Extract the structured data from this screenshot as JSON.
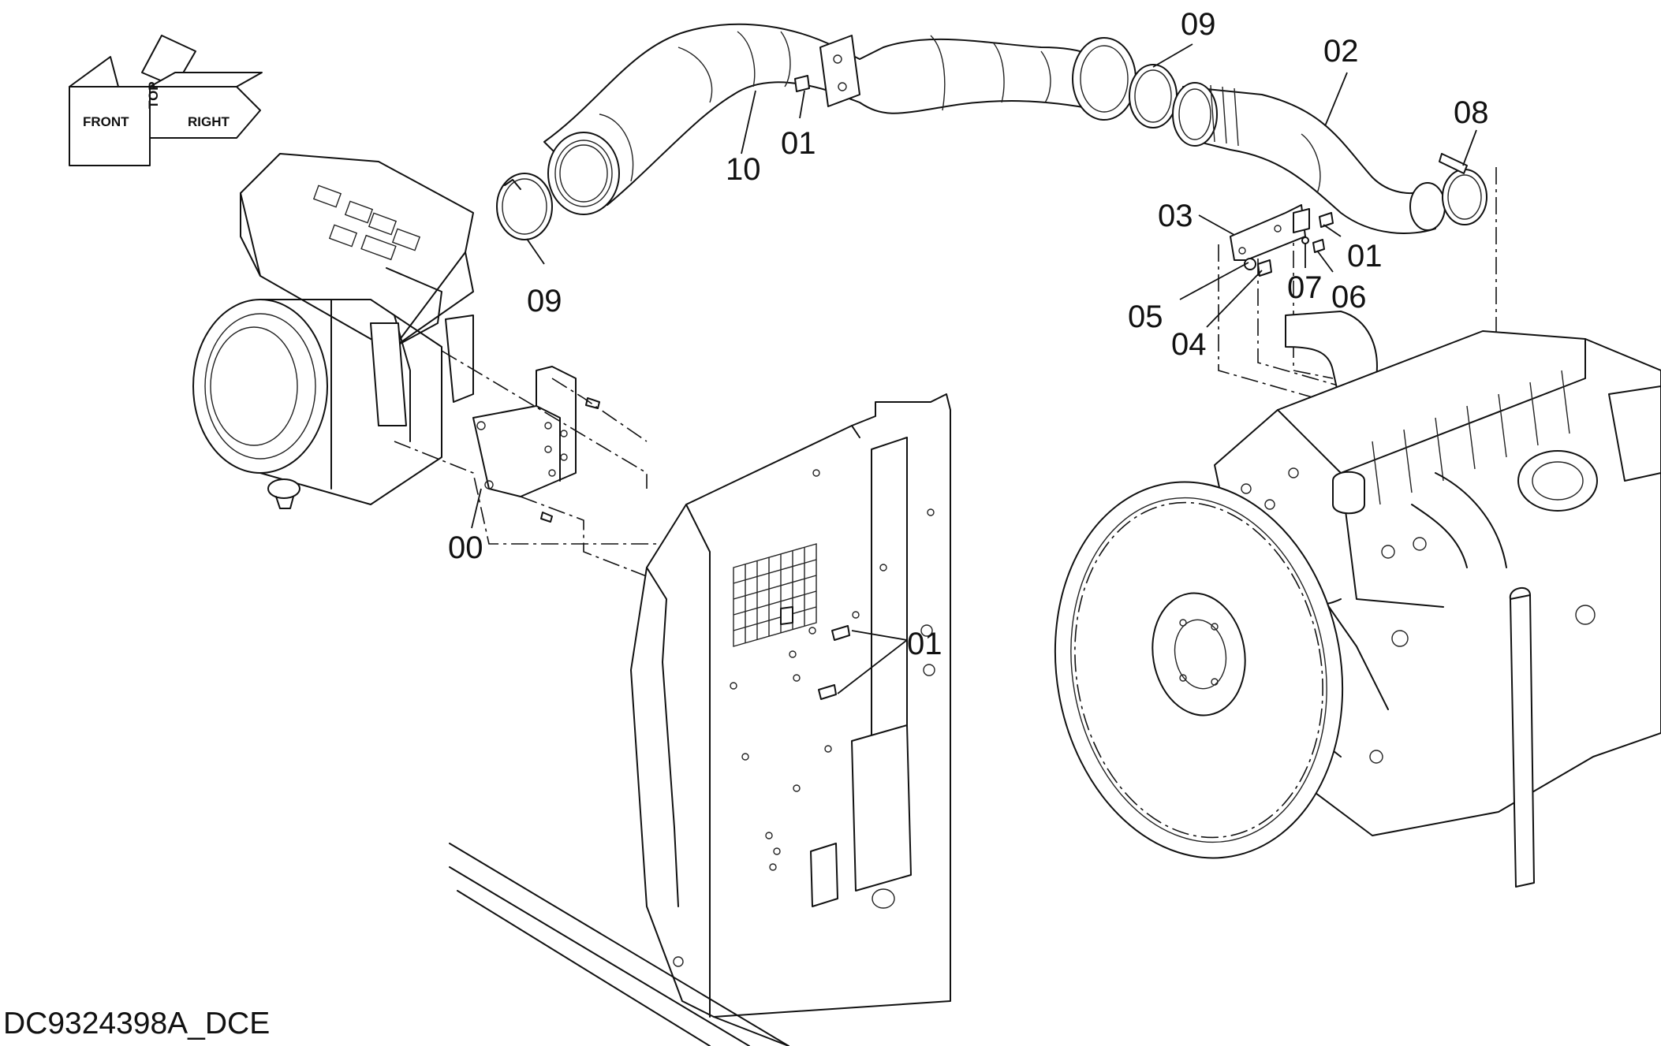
{
  "drawing_id": "DC9324398A_DCE",
  "orientation_labels": [
    "FRONT",
    "TOP",
    "RIGHT"
  ],
  "components": {
    "air_cleaner": "air-cleaner",
    "mount_panel": "mount-panel",
    "engine": "engine",
    "hoses": [
      "hose-10",
      "hose-02"
    ]
  },
  "callouts": [
    {
      "text": "09"
    },
    {
      "text": "02"
    },
    {
      "text": "08"
    },
    {
      "text": "01"
    },
    {
      "text": "10"
    },
    {
      "text": "09"
    },
    {
      "text": "03"
    },
    {
      "text": "01"
    },
    {
      "text": "07"
    },
    {
      "text": "06"
    },
    {
      "text": "05"
    },
    {
      "text": "04"
    },
    {
      "text": "00"
    },
    {
      "text": "01"
    }
  ],
  "colors": {
    "line": "#111111",
    "background": "#ffffff",
    "shade": "#d9d9d9"
  }
}
